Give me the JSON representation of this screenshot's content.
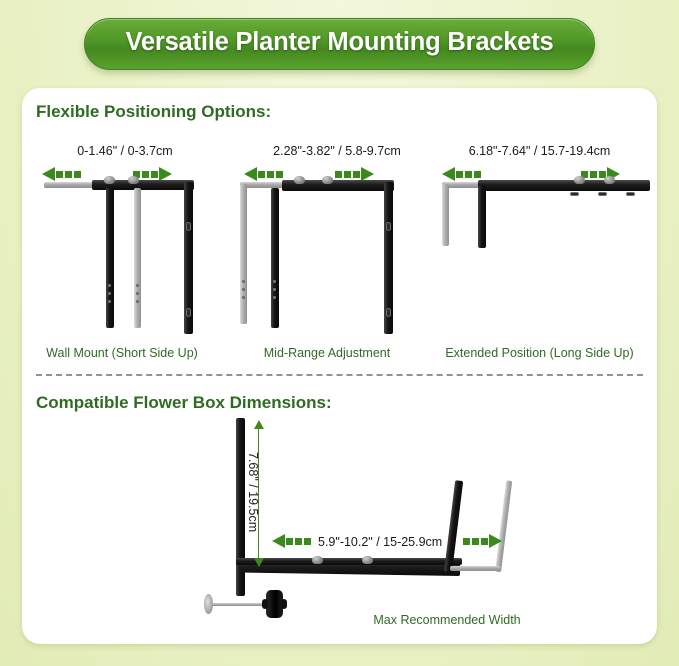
{
  "header": {
    "title": "Versatile Planter Mounting Brackets"
  },
  "sections": {
    "flexible": {
      "heading": "Flexible Positioning Options:",
      "items": [
        {
          "measurement": "0-1.46\" / 0-3.7cm",
          "caption": "Wall Mount (Short Side Up)"
        },
        {
          "measurement": "2.28\"-3.82\" / 5.8-9.7cm",
          "caption": "Mid-Range Adjustment"
        },
        {
          "measurement": "6.18\"-7.64\" / 15.7-19.4cm",
          "caption": "Extended Position (Long Side Up)"
        }
      ]
    },
    "dimensions": {
      "heading": "Compatible Flower Box Dimensions:",
      "height_measurement": "7.68\" / 19.5cm",
      "width_measurement": "5.9\"-10.2\" / 15-25.9cm",
      "caption": "Max Recommended Width"
    }
  },
  "colors": {
    "brand_green": "#4e9626",
    "arrow_green": "#3c8a1e",
    "heading_green": "#2f6b23",
    "background": "#eef4cf",
    "card": "#ffffff",
    "bracket_dark": "#111111",
    "bracket_light": "#a9a9a9"
  },
  "icons": {
    "arrow_left": "arrow-left-icon",
    "arrow_right": "arrow-right-icon",
    "arrow_up": "arrow-up-icon",
    "arrow_down": "arrow-down-icon"
  }
}
